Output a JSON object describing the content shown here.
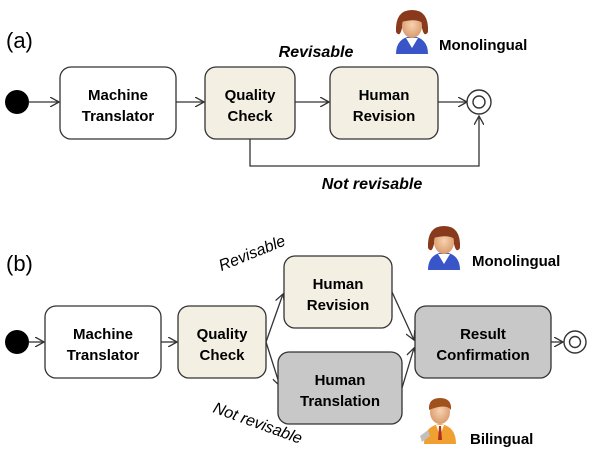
{
  "panel_a": {
    "label": "(a)",
    "nodes": {
      "machine_translator": [
        "Machine",
        "Translator"
      ],
      "quality_check": [
        "Quality",
        "Check"
      ],
      "human_revision": [
        "Human",
        "Revision"
      ]
    },
    "edge_labels": {
      "revisable": "Revisable",
      "not_revisable": "Not revisable"
    },
    "persona": "Monolingual"
  },
  "panel_b": {
    "label": "(b)",
    "nodes": {
      "machine_translator": [
        "Machine",
        "Translator"
      ],
      "quality_check": [
        "Quality",
        "Check"
      ],
      "human_revision": [
        "Human",
        "Revision"
      ],
      "human_translation": [
        "Human",
        "Translation"
      ],
      "result_confirmation": [
        "Result",
        "Confirmation"
      ]
    },
    "edge_labels": {
      "revisable": "Revisable",
      "not_revisable": "Not revisable"
    },
    "personas": {
      "monolingual": "Monolingual",
      "bilingual": "Bilingual"
    }
  },
  "colors": {
    "box_white": "#ffffff",
    "box_cream": "#f3f0e3",
    "box_gray": "#c8c8c8",
    "line": "#333333"
  },
  "icons": [
    "person-female-icon",
    "person-male-icon",
    "start-node-icon",
    "end-node-icon"
  ]
}
